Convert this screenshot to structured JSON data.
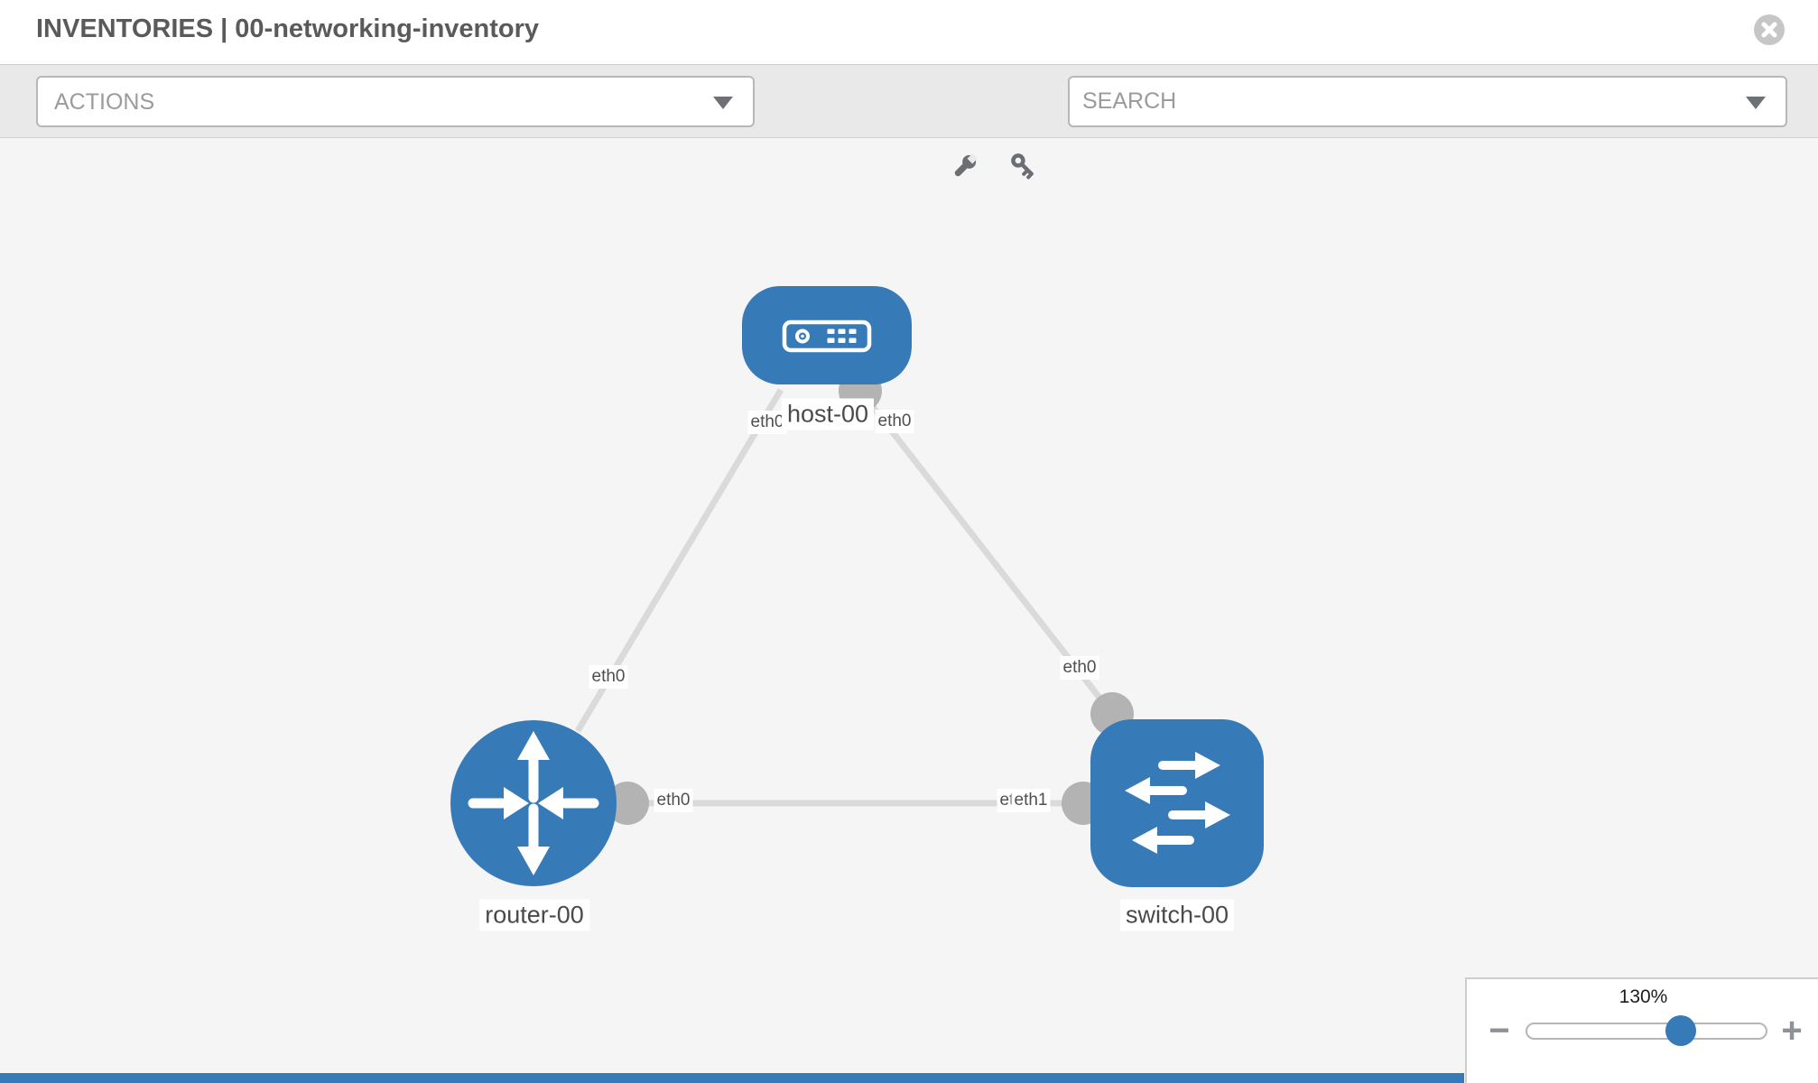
{
  "header": {
    "title": "INVENTORIES | 00-networking-inventory"
  },
  "toolbar": {
    "actions_label": "ACTIONS",
    "search_placeholder": "SEARCH"
  },
  "topology": {
    "nodes": [
      {
        "name": "host-00",
        "type": "host"
      },
      {
        "name": "router-00",
        "type": "router"
      },
      {
        "name": "switch-00",
        "type": "switch"
      }
    ],
    "links": [
      {
        "source": "host-00",
        "source_interface": "eth0",
        "target": "router-00",
        "target_interface": "eth0"
      },
      {
        "source": "host-00",
        "source_interface": "eth0",
        "target": "switch-00",
        "target_interface": "eth0"
      },
      {
        "source": "router-00",
        "source_interface": "eth0",
        "target": "switch-00",
        "target_interface": "eth1"
      }
    ],
    "labels": {
      "host": "host-00",
      "router": "router-00",
      "switch": "switch-00",
      "host_router_host_end": "eth0",
      "host_router_router_end": "eth0",
      "host_switch_host_end": "eth0",
      "host_switch_switch_end": "eth0",
      "router_switch_router_end": "eth0",
      "router_switch_switch_end_back": "eth0",
      "router_switch_switch_end": "eth1"
    }
  },
  "zoom_control": {
    "level": "130%",
    "minus_label": "−",
    "plus_label": "+"
  },
  "colors": {
    "node_blue": "#377ab8",
    "link_gray": "#dadada",
    "interface_gray": "#b3b3b3",
    "canvas_gray": "#f5f5f5"
  }
}
